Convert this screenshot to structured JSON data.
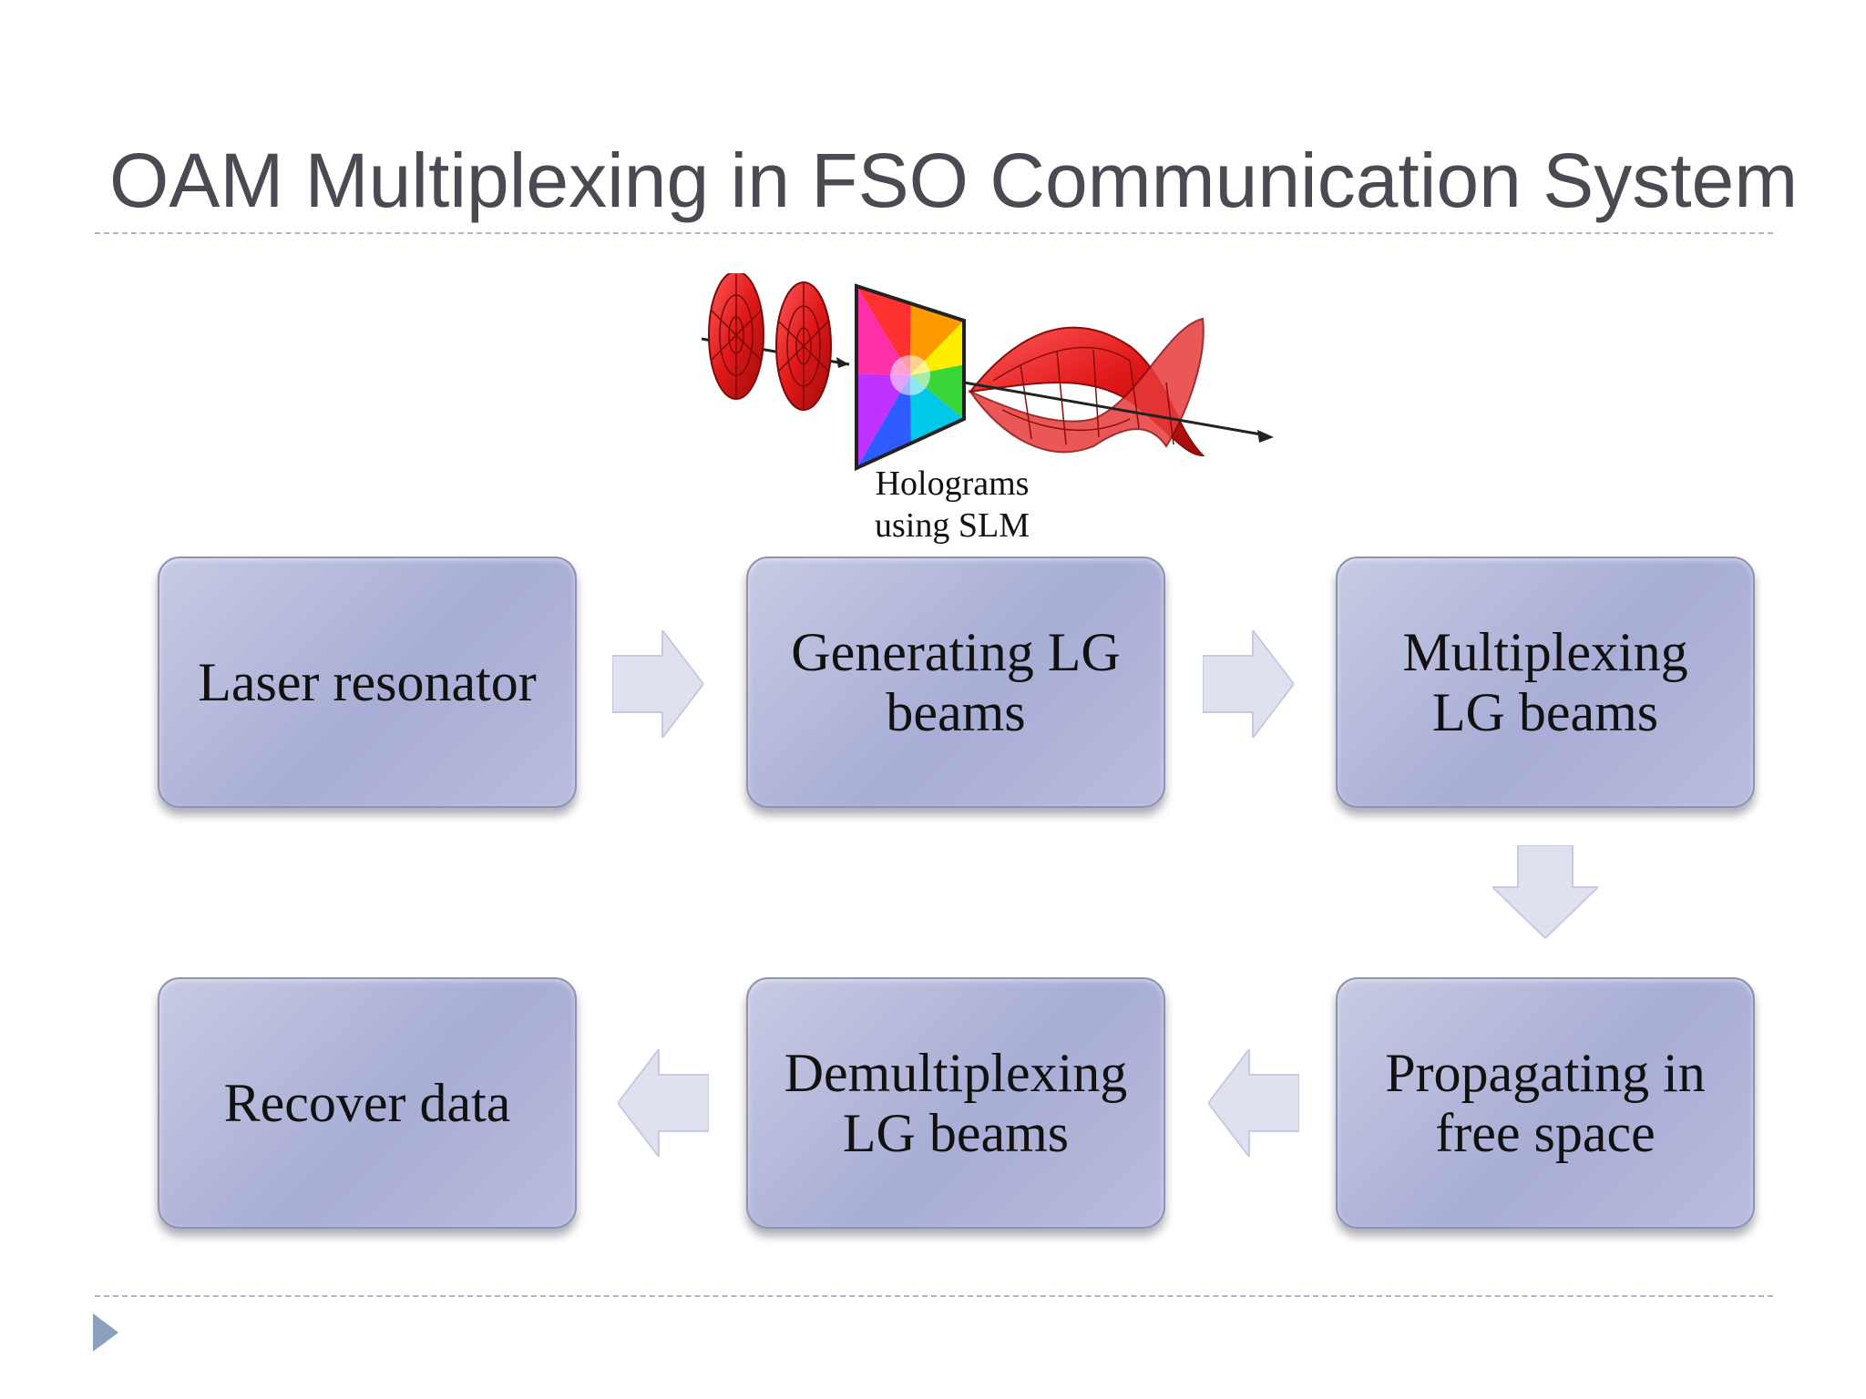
{
  "title": "OAM Multiplexing in FSO Communication System",
  "hologram": {
    "caption_line1": "Holograms",
    "caption_line2": "using SLM"
  },
  "steps": {
    "laser": "Laser resonator",
    "generating_l1": "Generating LG",
    "generating_l2": "beams",
    "multiplexing_l1": "Multiplexing",
    "multiplexing_l2": "LG beams",
    "propagating_l1": "Propagating in",
    "propagating_l2": "free space",
    "demultiplexing_l1": "Demultiplexing",
    "demultiplexing_l2": "LG beams",
    "recover": "Recover data"
  },
  "colors": {
    "box_fill": "#b0b4d8",
    "arrow_fill": "#dfe1ef",
    "title": "#4a4a52",
    "beam_red": "#e01818"
  }
}
